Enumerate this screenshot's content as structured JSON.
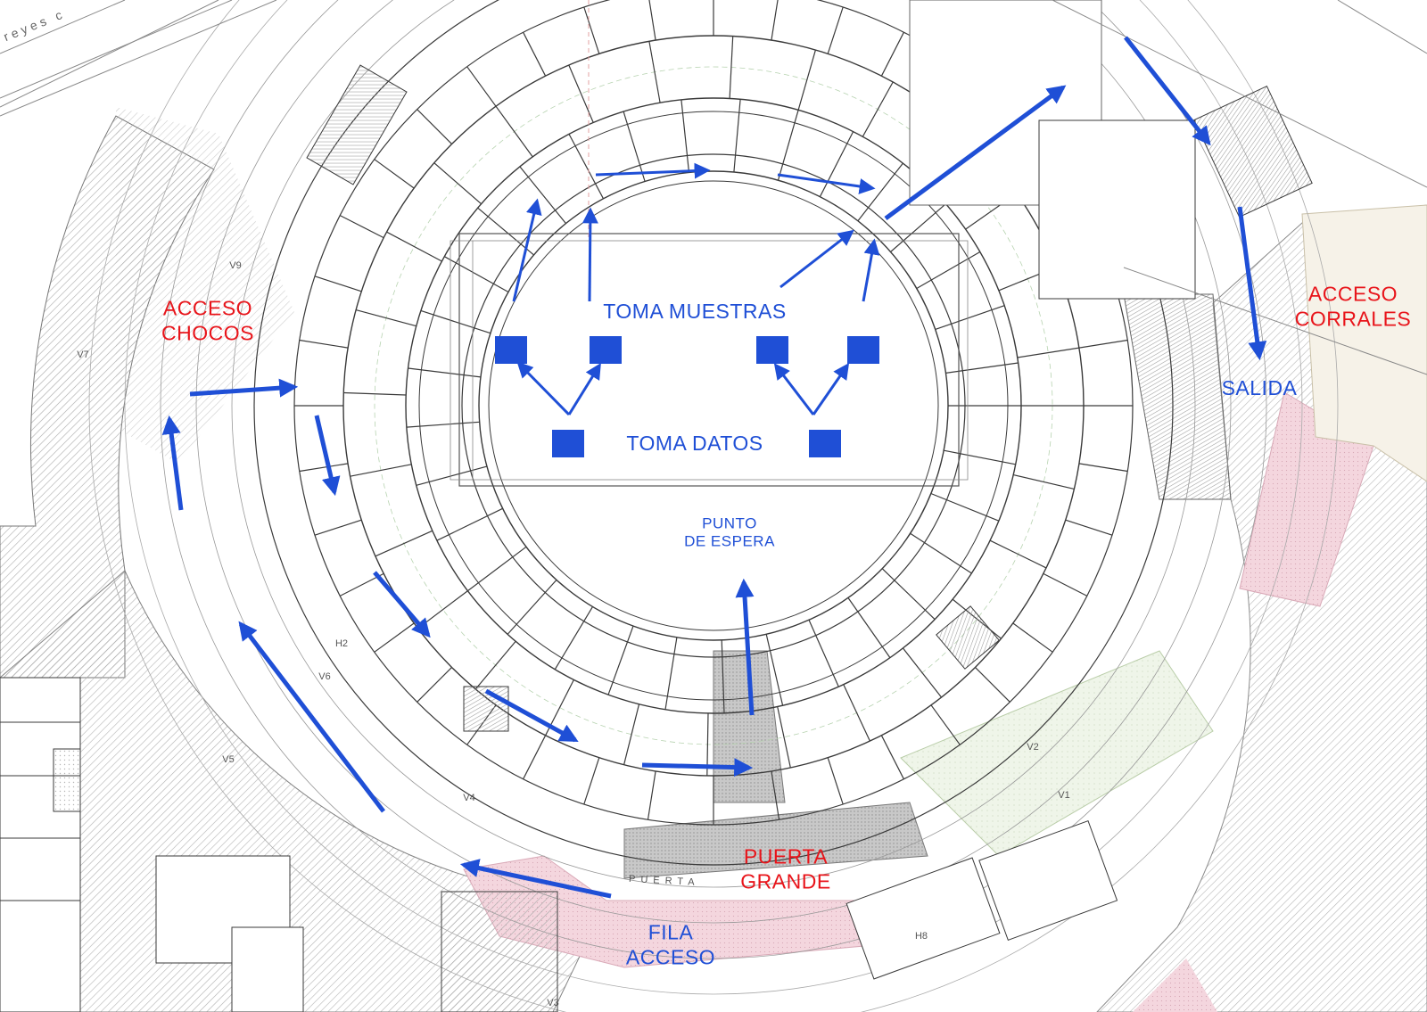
{
  "labels": {
    "acceso_chocos": [
      "ACCESO",
      "CHOCOS"
    ],
    "acceso_corrales": [
      "ACCESO",
      "CORRALES"
    ],
    "toma_muestras": "TOMA MUESTRAS",
    "toma_datos": "TOMA DATOS",
    "salida": "SALIDA",
    "punto_espera": [
      "PUNTO",
      "DE ESPERA"
    ],
    "puerta_grande": [
      "PUERTA",
      "GRANDE"
    ],
    "fila_acceso": [
      "FILA",
      "ACCESO"
    ]
  },
  "plan_text": {
    "street": "reyes c",
    "puerta": "PUERTA",
    "zones": [
      "H2",
      "H8",
      "V1",
      "V2",
      "V3",
      "V4",
      "V5",
      "V6",
      "V7",
      "V9"
    ]
  },
  "colors": {
    "accent_blue": "#1f4fd6",
    "label_red": "#e8141a",
    "pink_zone": "#f3d3dc",
    "green_zone": "#eef4e6",
    "hatch": "#bdbdbd",
    "wall": "#3a3a3a"
  }
}
